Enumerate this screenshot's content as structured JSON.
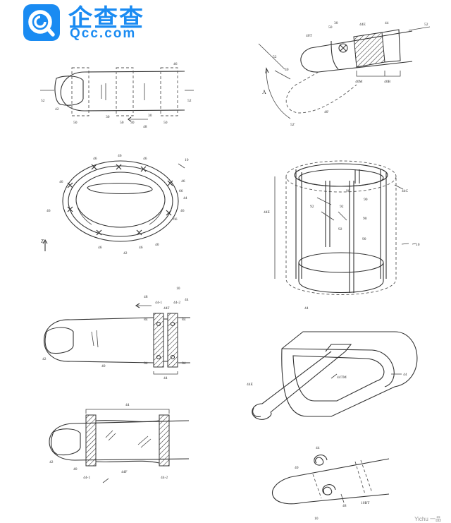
{
  "logo": {
    "brand_cn": "企查查",
    "brand_en": "Qcc.com",
    "icon": "qcc-logo-icon"
  },
  "figures": {
    "fig_finger_bands": {
      "labels": [
        "46",
        "52",
        "42",
        "50",
        "50",
        "50",
        "48",
        "30",
        "30",
        "30",
        "52"
      ]
    },
    "fig_finger_angle": {
      "labels": [
        "30",
        "44E",
        "44",
        "52",
        "40T",
        "50",
        "52",
        "40",
        "A",
        "40M",
        "40B",
        "40'",
        "52'"
      ]
    },
    "fig_ring_oval": {
      "labels": [
        "10",
        "46",
        "46",
        "46",
        "46",
        "46",
        "46",
        "46",
        "44",
        "46",
        "46",
        "42",
        "40",
        "66",
        "66",
        "Z"
      ]
    },
    "fig_cylinder": {
      "labels": [
        "44C",
        "44E",
        "92",
        "92",
        "92",
        "90",
        "90",
        "90",
        "90",
        "10",
        "44"
      ]
    },
    "fig_finger_clamp": {
      "labels": [
        "48",
        "10",
        "44-1",
        "44F",
        "44-2",
        "44",
        "84",
        "84",
        "84",
        "84",
        "42",
        "40",
        "44"
      ]
    },
    "fig_wedge_ring": {
      "labels": [
        "44TM",
        "44E",
        "44"
      ]
    },
    "fig_finger_sleeve": {
      "labels": [
        "44",
        "42",
        "40",
        "44-1",
        "44F",
        "44-2"
      ]
    },
    "fig_finger_spiral": {
      "labels": [
        "44",
        "40",
        "48",
        "10BT",
        "10"
      ]
    }
  },
  "footer": "Yichu 一品"
}
